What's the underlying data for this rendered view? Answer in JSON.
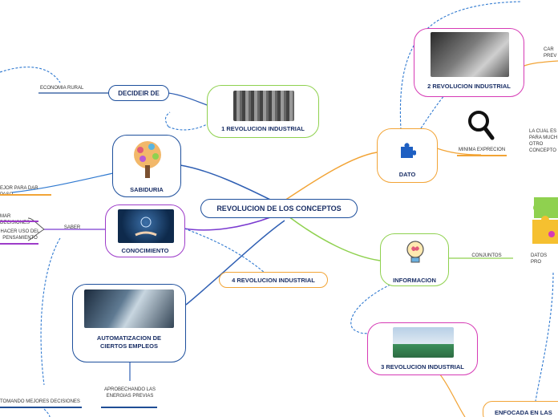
{
  "center": {
    "label": "REVOLUCION DE LOS CONCEPTOS"
  },
  "nodes": {
    "rev1": "1 REVOLUCION INDUSTRIAL",
    "rev2": "2 REVOLUCION INDUSTRIAL",
    "rev3": "3 REVOLUCION INDUSTRIAL",
    "rev4": "4 REVOLUCION INDUSTRIAL",
    "dato": "DATO",
    "informacion": "INFORMACION",
    "sabiduria": "SABIDURIA",
    "conocimiento": "CONOCIMIENTO",
    "automatizacion": "AUTOMATIZACION DE CIERTOS EMPLEOS",
    "decidir": "DECIDEIR DE",
    "enfocada": "ENFOCADA EN LAS"
  },
  "labels": {
    "economia_rural": "ECONOMIA RURAL",
    "mejor_para": "EJOR PARA DAR PASO",
    "tomar_decisiones": "MAR DECISIONES",
    "hacer_uso": "HACER USO DEL PENSAMIENTO",
    "saber": "SABER",
    "tomando_mejores": "TOMANDO MEJORES DECISIONES",
    "aprovechando": "APROBECHANDO LAS ENERGIAS PREVIAS",
    "minima_exprecion": "MINIMA EXPRECION",
    "conjuntos": "CONJUNTOS",
    "datos_pro": "DATOS PRO",
    "la_cual_es": "LA CUAL ES PARA MUCH OTRO CONCEPTO",
    "car_prev": "CAR PREV"
  },
  "icons": {
    "search": "magnifier-icon",
    "puzzle_small": "puzzle-icon",
    "puzzle_big": "puzzle-pieces-icon",
    "bulb": "lightbulb-brain-icon",
    "tree": "tree-icon",
    "hand": "hand-brain-icon"
  },
  "colors": {
    "blue": "#1f4e96",
    "green": "#8fd14f",
    "magenta": "#d63ab5",
    "orange": "#f2a436",
    "purple": "#9d3cc9",
    "darkblue": "#1d4f9c"
  }
}
